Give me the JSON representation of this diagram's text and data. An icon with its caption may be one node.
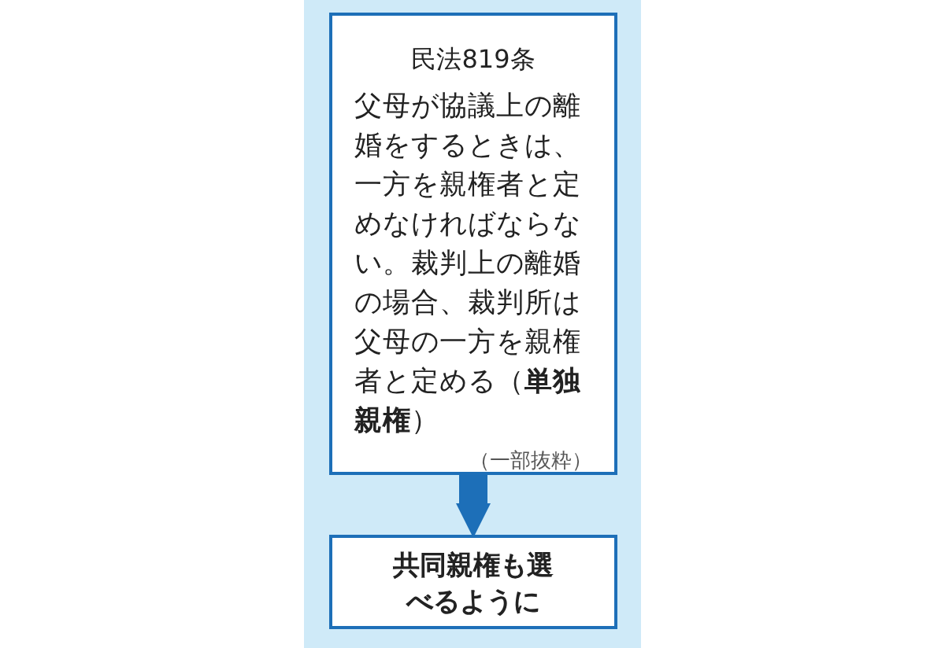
{
  "diagram": {
    "nodes": [
      {
        "text": [
          "民法819条",
          "父母が協議上の離婚をするときは、一方を親権者と定めなければならない。裁判上の離婚の場合、裁判所は父母の一方を親権者と定める（**単独親権**）",
          "（一部抜粋）"
        ]
      },
      {
        "text": [
          "共同親権も選べるように"
        ]
      }
    ],
    "edges": [
      {
        "from": 0,
        "to": 1,
        "arrow": "to"
      }
    ]
  }
}
